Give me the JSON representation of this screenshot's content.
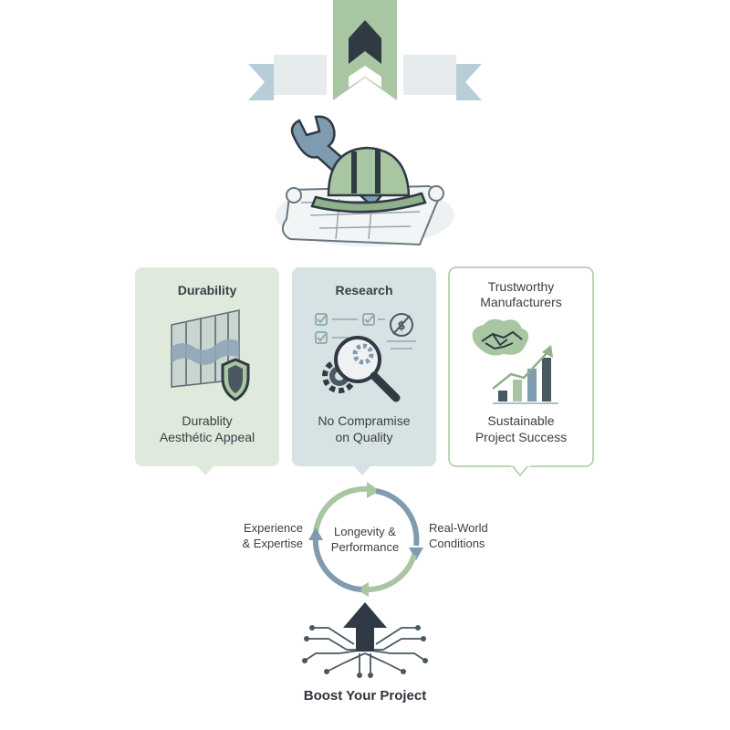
{
  "cards": [
    {
      "title": "Durability",
      "body_lines": [
        "Durablity",
        "Aesthétic Appeal"
      ],
      "icon": "wall-shield-icon",
      "fill": "#dfe9dc"
    },
    {
      "title": "Research",
      "body_lines": [
        "No Compramise",
        "on Quality"
      ],
      "icon": "magnifier-gear-icon",
      "fill": "#d7e2e4"
    },
    {
      "title_lines": [
        "Trustworthy",
        "Manufacturers"
      ],
      "body_lines": [
        "Sustainable",
        "Project Success"
      ],
      "icon": "handshake-growth-icon",
      "fill": "#ffffff"
    }
  ],
  "cycle": {
    "center_lines": [
      "Longevity &",
      "Performance"
    ],
    "left_lines": [
      "Experience",
      "& Expertise"
    ],
    "right_lines": [
      "Real-World",
      "Conditions"
    ]
  },
  "footer": {
    "label": "Boost Your Project"
  },
  "colors": {
    "sage": "#a8c4a3",
    "slate_blue": "#7f9bb0",
    "dark": "#2f3a44",
    "light_gray": "#e8ecee"
  },
  "icons": [
    "ribbon-banner-icon",
    "wrench-icon",
    "hard-hat-icon",
    "blueprint-icon",
    "circuit-arrow-icon"
  ]
}
